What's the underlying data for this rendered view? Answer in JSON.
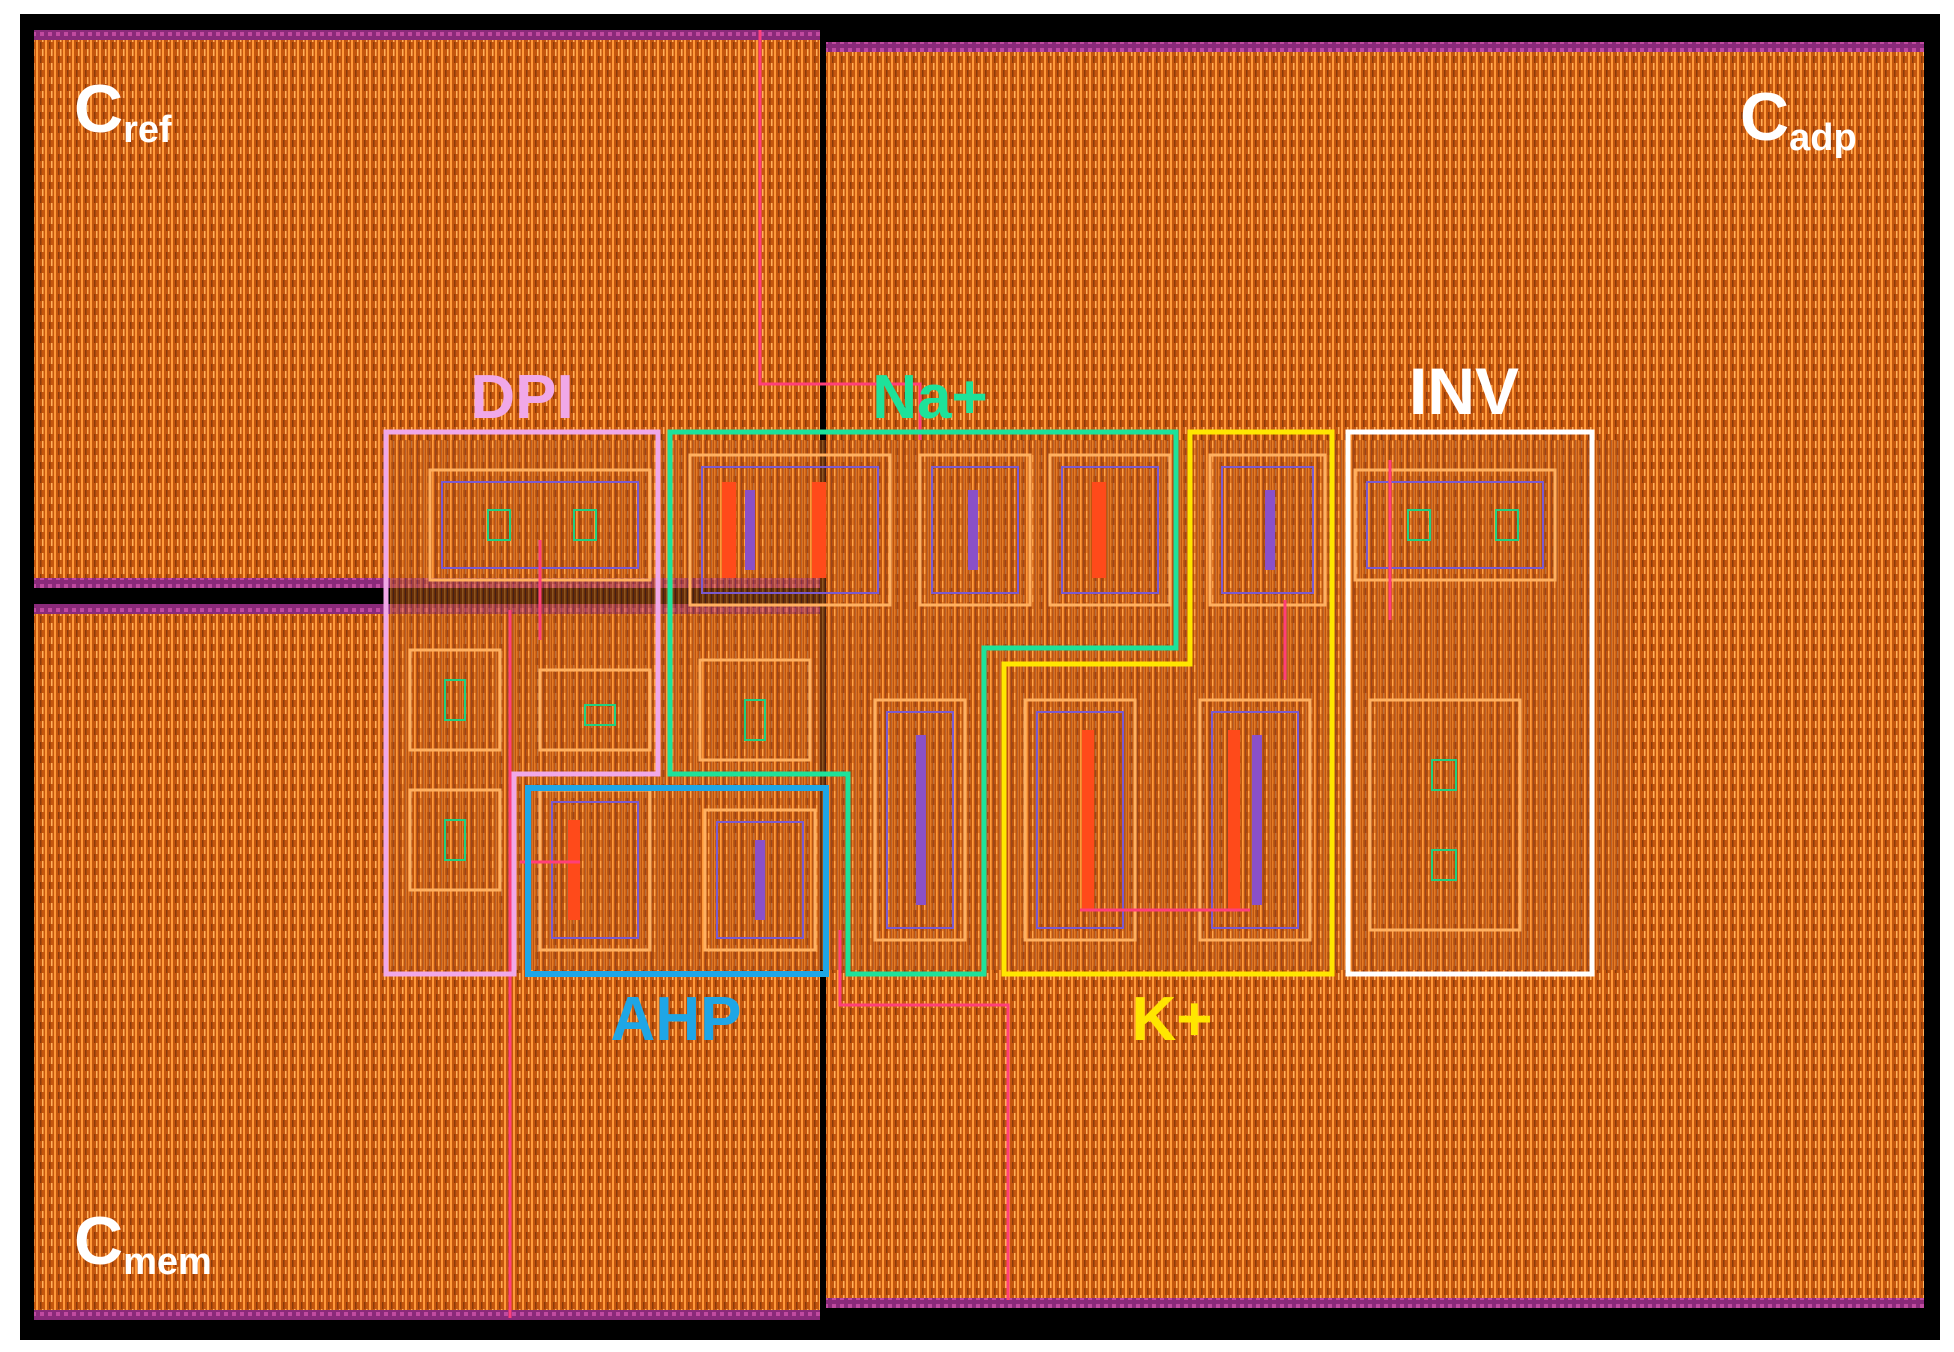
{
  "capacitors": {
    "ref": {
      "main": "C",
      "sub": "ref"
    },
    "adp": {
      "main": "C",
      "sub": "adp"
    },
    "mem": {
      "main": "C",
      "sub": "mem"
    }
  },
  "blocks": {
    "dpi": {
      "label": "DPI",
      "color": "#f0a8e8"
    },
    "na": {
      "label": "Na+",
      "color": "#1de29a"
    },
    "k": {
      "label": "K+",
      "color": "#ffe600"
    },
    "inv": {
      "label": "INV",
      "color": "#ffffff"
    },
    "ahp": {
      "label": "AHP",
      "color": "#1ea6e6"
    }
  },
  "colors": {
    "substrate": "#c85a10",
    "metal_line": "#ff8a2a",
    "rail": "#a82a8a",
    "route": "#ff3f7a",
    "frame": "#000000"
  }
}
